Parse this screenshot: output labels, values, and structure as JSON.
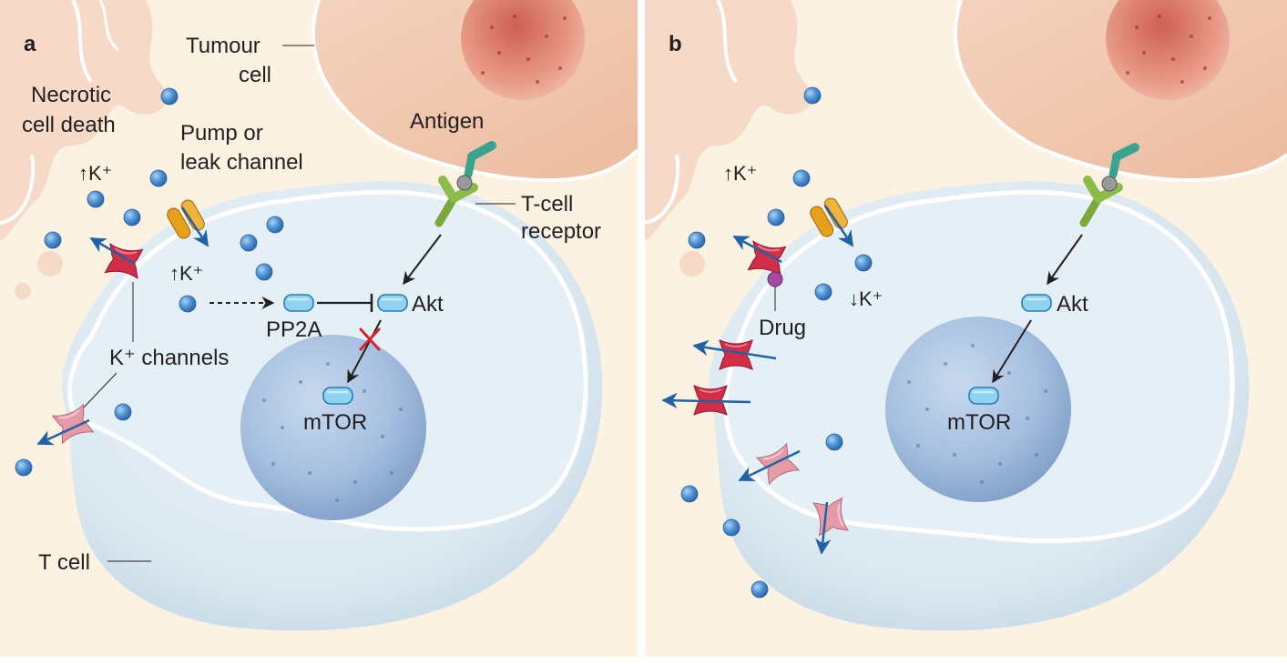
{
  "panel_a": {
    "letter": "a",
    "tumour_cell_line1": "Tumour",
    "tumour_cell_line2": "cell",
    "necrotic_line1": "Necrotic",
    "necrotic_line2": "cell death",
    "k_up_outside": "↑K⁺",
    "pump_line1": "Pump or",
    "pump_line2": "leak channel",
    "antigen": "Antigen",
    "tcr_line1": "T-cell",
    "tcr_line2": "receptor",
    "k_up_inside": "↑K⁺",
    "pp2a": "PP2A",
    "akt": "Akt",
    "mtor": "mTOR",
    "k_channels": "K⁺ channels",
    "t_cell": "T cell"
  },
  "panel_b": {
    "letter": "b",
    "k_up_outside": "↑K⁺",
    "k_down_inside": "↓K⁺",
    "drug": "Drug",
    "akt": "Akt",
    "mtor": "mTOR"
  },
  "colors": {
    "background": "#fbf2e2",
    "tumour_cell": "#f2c9b0",
    "necrotic": "#f6d9c7",
    "t_cell": "#dce9f0",
    "nucleus": "#9fb9d8",
    "tumour_nucleus": "#d9786a",
    "k_ion": "#4a8fd1",
    "k_channel_red": "#d22e47",
    "k_channel_pink": "#e49aa7",
    "pump": "#e8a01c",
    "tcr": "#8dbb4a",
    "antigen": "#3aa38e",
    "protein": "#8fd3f0",
    "block_x": "#d8232a",
    "arrow_blue": "#1f63a6"
  }
}
